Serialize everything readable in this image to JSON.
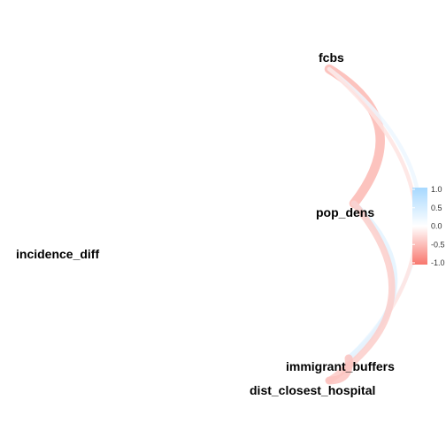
{
  "nodes": [
    {
      "id": "incidence_diff",
      "label": "incidence_diff"
    },
    {
      "id": "fcbs",
      "label": "fcbs"
    },
    {
      "id": "pop_dens",
      "label": "pop_dens"
    },
    {
      "id": "immigrant_buffers",
      "label": "immigrant_buffers"
    },
    {
      "id": "dist_closest_hospital",
      "label": "dist_closest_hospital"
    }
  ],
  "edges": [
    {
      "from": "fcbs",
      "to": "pop_dens",
      "r": -0.25
    },
    {
      "from": "fcbs",
      "to": "immigrant_buffers",
      "r": 0.05
    },
    {
      "from": "fcbs",
      "to": "dist_closest_hospital",
      "r": -0.05
    },
    {
      "from": "pop_dens",
      "to": "immigrant_buffers",
      "r": 0.12
    },
    {
      "from": "pop_dens",
      "to": "dist_closest_hospital",
      "r": -0.15
    },
    {
      "from": "immigrant_buffers",
      "to": "dist_closest_hospital",
      "r": -0.2
    }
  ],
  "legend": {
    "ticks": [
      "1.0",
      "0.5",
      "0.0",
      "-0.5",
      "-1.0"
    ],
    "colors": {
      "negative": "#f8766d",
      "neutral": "#ffffff",
      "positive": "#a6d8ff"
    }
  }
}
